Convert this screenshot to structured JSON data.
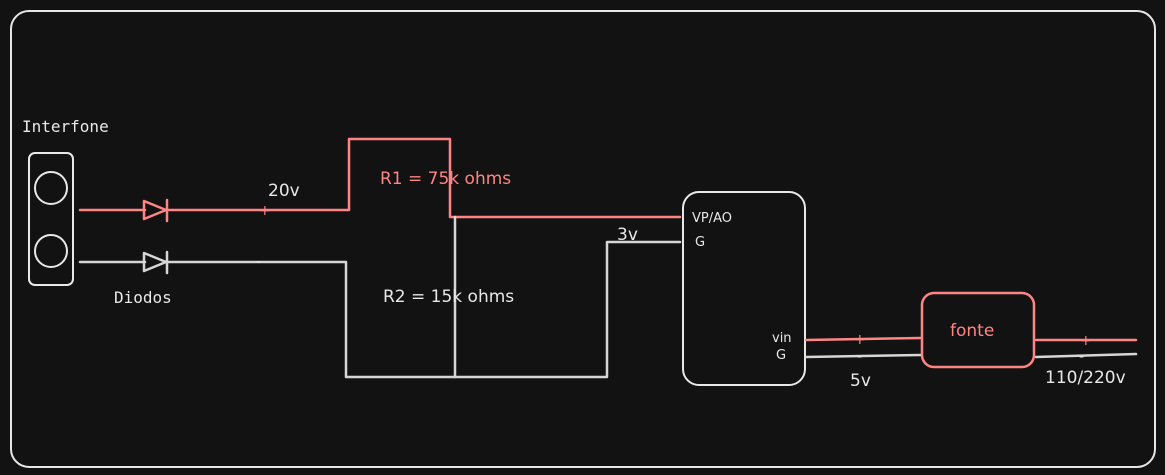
{
  "diagram": {
    "interfone_label": "Interfone",
    "diodes_label": "Diodos",
    "r1_label": "R1 = 75k ohms",
    "r2_label": "R2 = 15k ohms",
    "voltage_in": "20v",
    "voltage_divided": "3v",
    "voltage_5v": "5v",
    "voltage_mains": "110/220v",
    "mcu_pin_vp": "VP/AO",
    "mcu_pin_g_top": "G",
    "mcu_pin_vin": "vin",
    "mcu_pin_g_bottom": "G",
    "power_supply_label": "fonte",
    "plus_sign": "+",
    "minus_sign": "-",
    "colors": {
      "background": "#121212",
      "positive_wire": "#ff8585",
      "negative_wire": "#d6d6d6",
      "text": "#e8e8e8"
    }
  }
}
